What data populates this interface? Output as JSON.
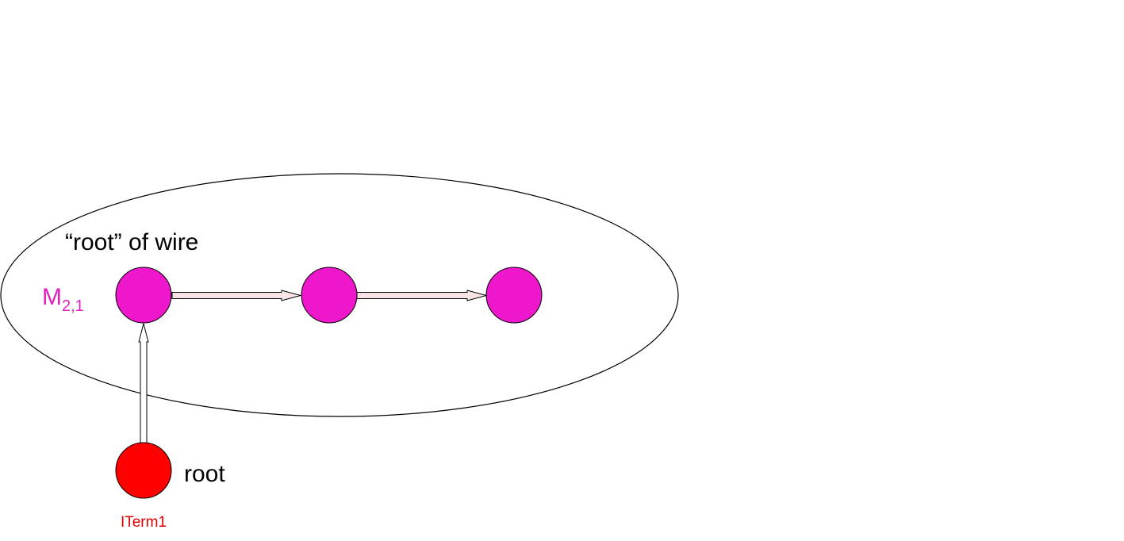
{
  "labels": {
    "wire_root": "“root” of wire",
    "module_main": "M",
    "module_sub": "2,1",
    "root": "root",
    "iterm": "ITerm1"
  },
  "colors": {
    "background": "#ffffff",
    "node_magenta": "#ee17cc",
    "node_red": "#ff0000",
    "module_text": "#e020c0",
    "iterm_text": "#e00000",
    "arrow_fill_horizontal": "#f8e4e4",
    "arrow_fill_vertical": "#ffffff",
    "stroke": "#000000"
  }
}
